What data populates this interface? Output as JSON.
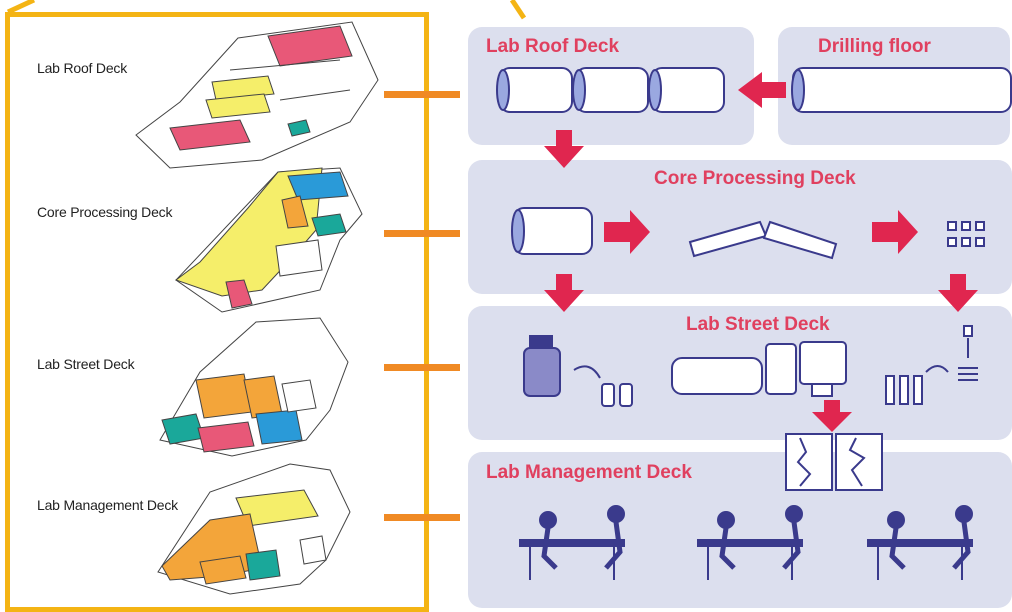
{
  "floor_plans": {
    "decks": [
      {
        "name": "Lab Roof Deck"
      },
      {
        "name": "Core Processing Deck"
      },
      {
        "name": "Lab Street Deck"
      },
      {
        "name": "Lab Management Deck"
      }
    ]
  },
  "flow": {
    "panels": [
      {
        "title": "Lab Roof Deck"
      },
      {
        "title": "Core Processing Deck"
      },
      {
        "title": "Lab Street Deck"
      },
      {
        "title": "Lab Management Deck"
      }
    ],
    "drilling_floor": "Drilling floor"
  },
  "colors": {
    "frame": "#f4b414",
    "connector": "#f08a24",
    "panel_fill": "#dcdfee",
    "arrow": "#e0264f",
    "title": "#e0405f",
    "icon_navy": "#3a3a8c",
    "zone_yellow": "#f5ee6a",
    "zone_orange": "#f3a53a",
    "zone_pink": "#e85878",
    "zone_teal": "#1aa89a",
    "zone_blue": "#2a9ad8"
  }
}
